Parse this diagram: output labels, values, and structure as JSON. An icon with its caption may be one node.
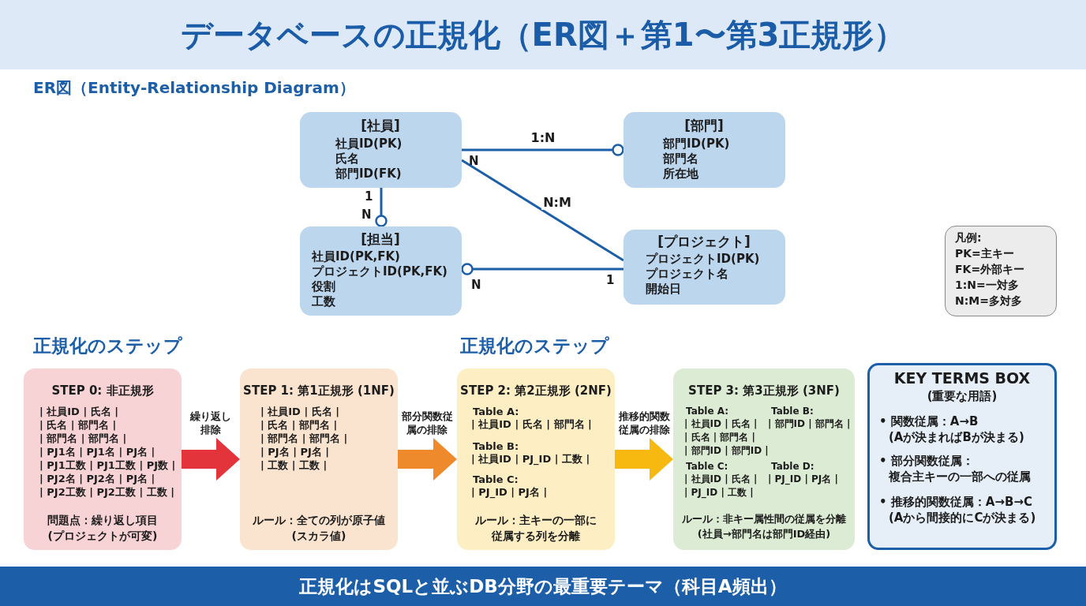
{
  "diagram": {
    "title": "データベースの正規化（ER図＋第1〜第3正規形）",
    "caption": "正規化はSQLと並ぶDB分野の最重要テーマ（科目A頻出）",
    "nodes": [
      {
        "text": [
          "[社員]",
          "社員ID(PK)",
          "氏名",
          "部門ID(FK)"
        ]
      },
      {
        "text": [
          "[部門]",
          "部門ID(PK)",
          "部門名",
          "所在地"
        ]
      },
      {
        "text": [
          "[担当]",
          "社員ID(PK,FK)",
          "プロジェクトID(PK,FK)",
          "役割",
          "工数"
        ]
      },
      {
        "text": [
          "[プロジェクト]",
          "プロジェクトID(PK)",
          "プロジェクト名",
          "開始日"
        ]
      },
      {
        "text": [
          "凡例:",
          "PK=主キー",
          "FK=外部キー",
          "1:N=一対多",
          "N:M=多対多"
        ]
      },
      {
        "text": [
          "STEP 0: 非正規形",
          "| 社員ID | 氏名 |",
          "| 氏名 | 部門名 |",
          "| 部門名 | 部門名 |",
          "| PJ1名 | PJ1名 | PJ名 |",
          "| PJ1工数 | PJ1工数 | PJ数 |",
          "| PJ2名 | PJ2名 | PJ名 |",
          "| PJ2工数 | PJ2工数 | 工数 |",
          "問題点：繰り返し項目",
          "(プロジェクトが可変)"
        ]
      },
      {
        "text": [
          "STEP 1: 第1正規形 (1NF)",
          "| 社員ID | 氏名 |",
          "| 氏名 | 部門名 |",
          "| 部門名 | 部門名 |",
          "| PJ名 | PJ名 |",
          "| 工数 | 工数 |",
          "ルール：全ての列が原子値",
          "(スカラ値)"
        ]
      },
      {
        "text": [
          "STEP 2: 第2正規形 (2NF)",
          "Table A:",
          "| 社員ID | 氏名 | 部門名 |",
          "Table B:",
          "| 社員ID | PJ_ID | 工数 |",
          "Table C:",
          "| PJ_ID | PJ名 |",
          "ルール：主キーの一部に",
          "従属する列を分離"
        ]
      },
      {
        "text": [
          "STEP 3: 第3正規形 (3NF)",
          "Table A:",
          "| 社員ID | 氏名 |",
          "| 氏名 | 部門名 |",
          "| 部門ID | 部門ID |",
          "Table B:",
          "| 部門ID | 部門名 |",
          "Table C:",
          "| 社員ID | 氏名 |",
          "| PJ_ID | 工数 |",
          "Table D:",
          "| PJ_ID | PJ名 |",
          "ルール：非キー属性間の従属を分離",
          "(社員→部門名は部門ID経由)"
        ]
      },
      {
        "text": [
          "KEY TERMS BOX",
          "(重要な用語)",
          "• 関数従属：A→B",
          "(Aが決まればBが決まる)",
          "• 部分関数従属：",
          "複合主キーの一部への従属",
          "• 推移的関数従属：A→B→C",
          "(Aから間接的にCが決まる)"
        ]
      }
    ],
    "edges": [
      {
        "from": 0,
        "to": 1,
        "arrow": "other",
        "label": "1:N"
      },
      {
        "from": 0,
        "to": 2,
        "arrow": "other"
      },
      {
        "from": 0,
        "to": 3,
        "arrow": "none",
        "label": "N:M"
      },
      {
        "from": 3,
        "to": 2,
        "arrow": "other"
      },
      {
        "from": 5,
        "to": 6,
        "arrow": "to",
        "label": "繰り返し排除",
        "style": "thick",
        "color": "#e3343c"
      },
      {
        "from": 6,
        "to": 7,
        "arrow": "to",
        "label": "部分関数従属の排除",
        "style": "thick",
        "color": "#ef8a2c"
      },
      {
        "from": 7,
        "to": 8,
        "arrow": "to",
        "label": "推移的関数従属の排除",
        "style": "thick",
        "color": "#f7b90f"
      }
    ],
    "labels": [
      "ER図（Entity-Relationship Diagram）",
      "正規化のステップ",
      "正規化のステップ",
      "N",
      "1",
      "N",
      "1",
      "N"
    ]
  }
}
